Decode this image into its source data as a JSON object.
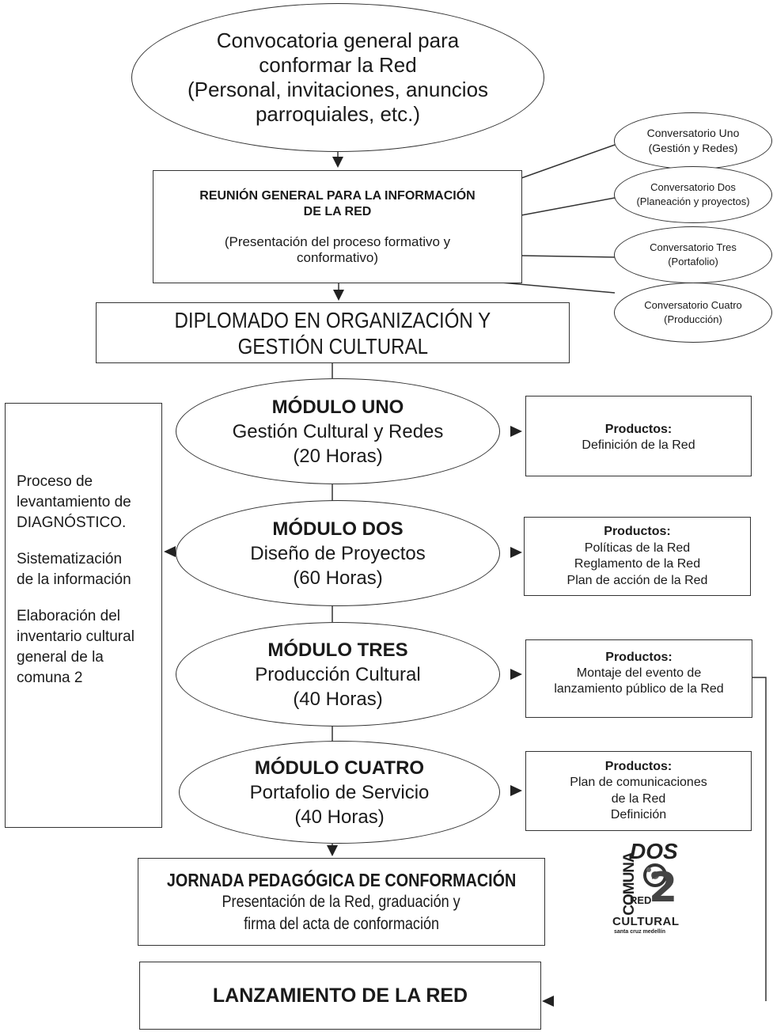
{
  "convocatoria": {
    "lines": [
      "Convocatoria general para",
      "conformar la Red",
      "(Personal, invitaciones, anuncios",
      "parroquiales, etc.)"
    ]
  },
  "reunion": {
    "title_lines": [
      "REUNIÓN GENERAL PARA LA INFORMACIÓN",
      "DE LA RED"
    ],
    "body_lines": [
      "(Presentación del proceso formativo y",
      "conformativo)"
    ]
  },
  "conversatorios": [
    {
      "title": "Conversatorio Uno",
      "subtitle": "(Gestión y Redes)"
    },
    {
      "title": "Conversatorio Dos",
      "subtitle": "(Planeación y proyectos)"
    },
    {
      "title": "Conversatorio Tres",
      "subtitle": "(Portafolio)"
    },
    {
      "title": "Conversatorio Cuatro",
      "subtitle": "(Producción)"
    }
  ],
  "diplomado": {
    "lines": [
      "DIPLOMADO EN ORGANIZACIÓN Y",
      "GESTIÓN CULTURAL"
    ]
  },
  "modulos": [
    {
      "title": "MÓDULO UNO",
      "name": "Gestión Cultural y Redes",
      "hours": "(20 Horas)"
    },
    {
      "title": "MÓDULO DOS",
      "name": "Diseño de Proyectos",
      "hours": "(60 Horas)"
    },
    {
      "title": "MÓDULO TRES",
      "name": "Producción Cultural",
      "hours": "(40 Horas)"
    },
    {
      "title": "MÓDULO CUATRO",
      "name": "Portafolio de Servicio",
      "hours": "(40 Horas)"
    }
  ],
  "productos": [
    {
      "label": "Productos:",
      "lines": [
        "Definición de la Red"
      ]
    },
    {
      "label": "Productos:",
      "lines": [
        "Políticas de la Red",
        "Reglamento de la Red",
        "Plan de acción de la Red"
      ]
    },
    {
      "label": "Productos:",
      "lines": [
        "Montaje del evento de",
        "lanzamiento público de la Red"
      ]
    },
    {
      "label": "Productos:",
      "lines": [
        "Plan de comunicaciones",
        "de la Red",
        "Definición"
      ]
    }
  ],
  "diagnostico": {
    "paragraphs": [
      [
        "Proceso de",
        "levantamiento de",
        "DIAGNÓSTICO."
      ],
      [
        "Sistematización",
        "de la información"
      ],
      [
        "Elaboración del",
        "inventario cultural",
        "general de la",
        "comuna 2"
      ]
    ]
  },
  "jornada": {
    "title": "JORNADA PEDAGÓGICA DE CONFORMACIÓN",
    "lines": [
      "Presentación de la Red, graduación y",
      "firma del acta de conformación"
    ]
  },
  "lanzamiento": {
    "title": "LANZAMIENTO DE LA RED"
  },
  "logo": {
    "comuna": "COMUNA",
    "dos": "DOS",
    "numeral": "2",
    "red": "RED",
    "cultural": "CULTURAL",
    "place": "santa cruz medellín"
  }
}
